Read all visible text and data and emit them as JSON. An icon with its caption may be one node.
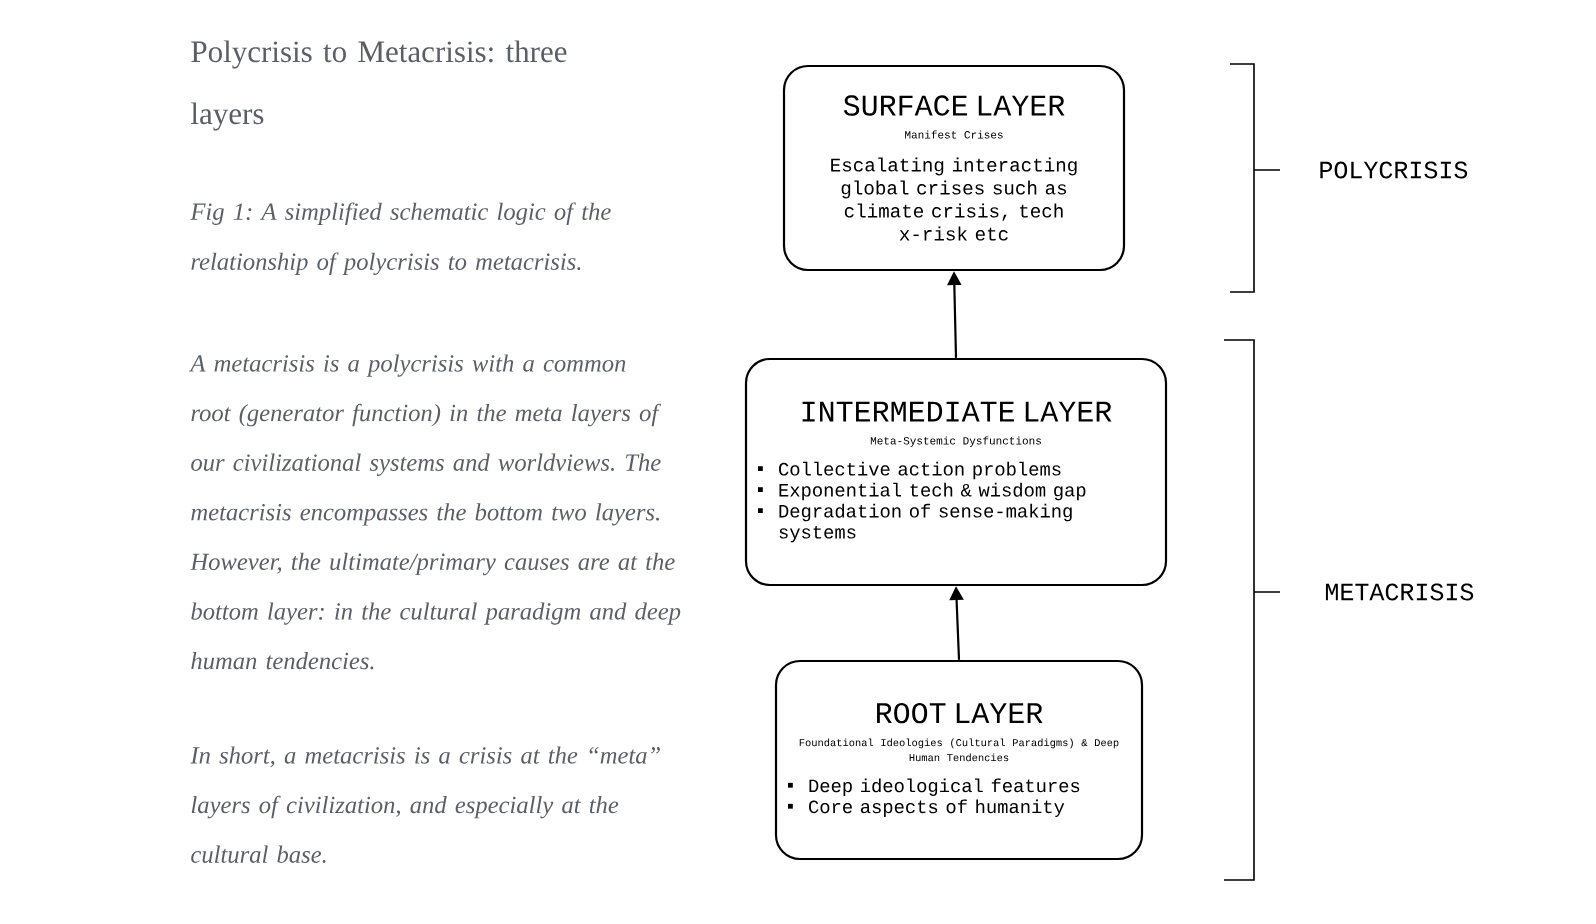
{
  "diagram": {
    "title": "Polycrisis to Metacrisis: three layers",
    "caption": "Fig 1: A simplified schematic logic of the relationship of polycrisis to metacrisis.",
    "nodes": [
      {
        "text": [
          "SURFACE LAYER",
          "Manifest Crises",
          "Escalating interacting global crises such as climate crisis, tech x-risk etc"
        ]
      },
      {
        "text": [
          "INTERMEDIATE LAYER",
          "Meta-Systemic Dysfunctions",
          "Collective action problems",
          "Exponential tech & wisdom gap",
          "Degradation of sense-making systems"
        ]
      },
      {
        "text": [
          "ROOT LAYER",
          "Foundational Ideologies (Cultural Paradigms) & Deep Human Tendencies",
          "Deep ideological features",
          "Core aspects of humanity"
        ]
      }
    ],
    "edges": [
      {
        "from": 1,
        "to": 0,
        "arrow": "to"
      },
      {
        "from": 2,
        "to": 1,
        "arrow": "to"
      }
    ],
    "labels": [
      "A metacrisis is a polycrisis with a common root (generator function) in the meta layers of our civilizational systems and worldviews. The metacrisis encompasses the bottom two layers. However, the ultimate/primary causes are at the bottom layer: in the cultural paradigm and deep human tendencies.",
      "In short, a metacrisis is a crisis at the “meta” layers of civilization, and especially at the cultural base.",
      "POLYCRISIS",
      "METACRISIS"
    ]
  }
}
